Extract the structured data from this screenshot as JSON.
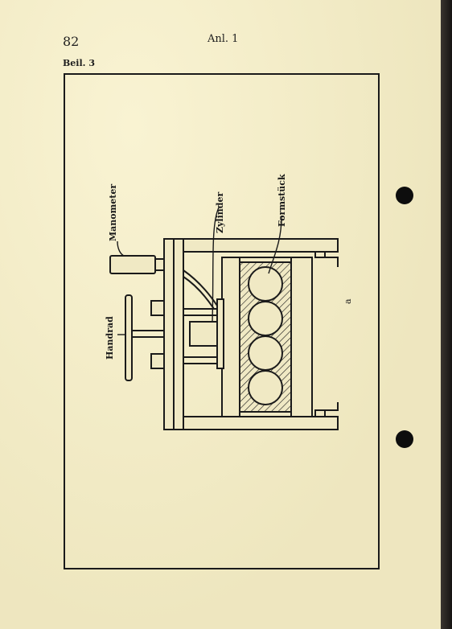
{
  "page": {
    "number": "82",
    "header": "Anl. 1",
    "plate": "Beil. 3"
  },
  "diagram": {
    "labels": {
      "manometer": "Manometer",
      "zylinder": "Zylinder",
      "formstueck": "Formstück",
      "handrad": "Handrad",
      "a": "a"
    }
  },
  "colors": {
    "paper": "#f0e9c4",
    "ink": "#1a1a1a"
  }
}
